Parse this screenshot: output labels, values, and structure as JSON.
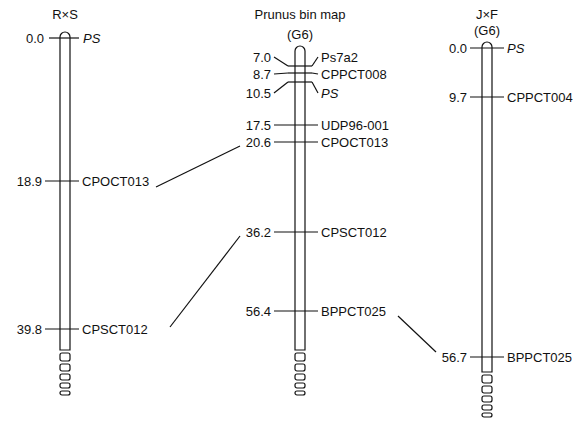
{
  "diagram": {
    "labels": [
      "R×S",
      "0.0",
      "PS",
      "18.9",
      "CPOCT013",
      "39.8",
      "CPSCT012",
      "Prunus bin map",
      "(G6)",
      "7.0",
      "Ps7a2",
      "8.7",
      "CPPCT008",
      "10.5",
      "PS",
      "17.5",
      "UDP96-001",
      "20.6",
      "CPOCT013",
      "36.2",
      "CPSCT012",
      "56.4",
      "BPPCT025",
      "J×F",
      "(G6)",
      "0.0",
      "PS",
      "9.7",
      "CPPCT004",
      "56.7",
      "BPPCT025"
    ]
  }
}
